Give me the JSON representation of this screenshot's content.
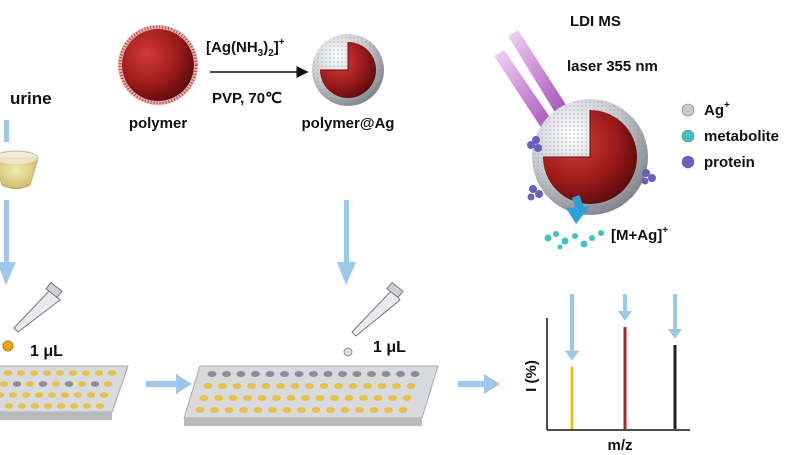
{
  "sample": {
    "label": "urine",
    "volume": "1 μL"
  },
  "synthesis": {
    "reactant": "polymer",
    "reagent_pre": "[Ag(NH",
    "reagent_sub1": "3",
    "reagent_mid": ")",
    "reagent_sub2": "2",
    "reagent_post": "]",
    "reagent_sup": "+",
    "conditions": "PVP, 70℃",
    "product": "polymer@Ag",
    "volume": "1 μL"
  },
  "ldi": {
    "title": "LDI MS",
    "laser": "laser 355 nm",
    "legend": [
      {
        "label": "Ag",
        "sup": "+",
        "color": "#c8c8d2",
        "icon": "silver-ion-icon"
      },
      {
        "label": "metabolite",
        "sup": "",
        "color": "#3fc4c0",
        "icon": "metabolite-icon"
      },
      {
        "label": "protein",
        "sup": "",
        "color": "#6a5fc0",
        "icon": "protein-icon"
      }
    ],
    "ion_pre": "[M+Ag]",
    "ion_sup": "+"
  },
  "spectrum": {
    "ylabel": "I (%)",
    "xlabel": "m/z"
  },
  "colors": {
    "polymer": "#9e1b1b",
    "arrow": "#9cc9ea",
    "well_gold": "#e4c24a",
    "well_gray": "#8a8f96",
    "peak_yellow": "#e8c318",
    "peak_red": "#b3232b",
    "peak_black": "#222222"
  },
  "chart_data": {
    "type": "bar",
    "series": [
      {
        "values": [
          0.52
        ]
      },
      {
        "values": [
          0.85
        ]
      },
      {
        "values": [
          0.7
        ]
      }
    ],
    "xlabel": "m/z",
    "ylabel": "I (%)",
    "grid": false
  }
}
